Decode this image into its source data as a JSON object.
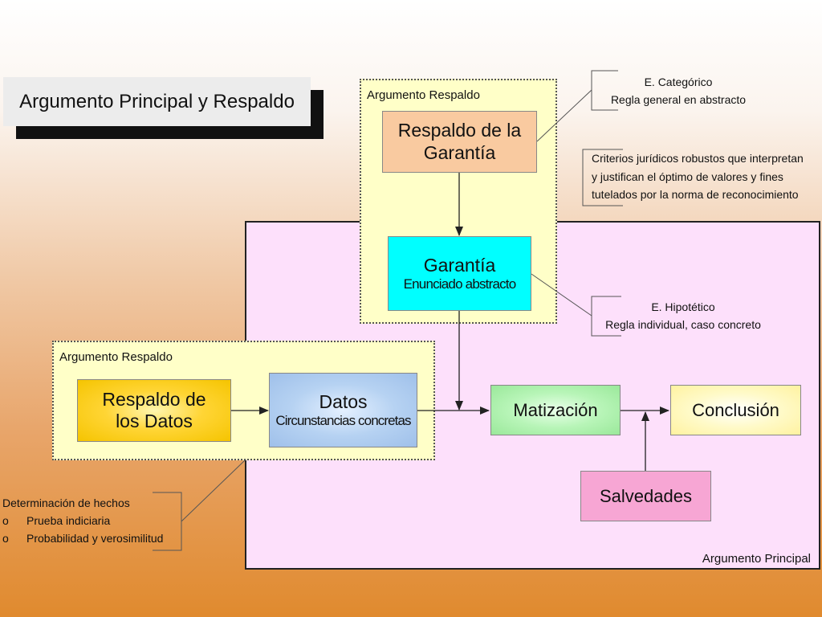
{
  "title": "Argumento Principal y Respaldo",
  "main_argument_label": "Argumento Principal",
  "groups": {
    "warrant_backing": "Argumento Respaldo",
    "data_backing": "Argumento Respaldo"
  },
  "nodes": {
    "respaldo_garantia": {
      "line1": "Respaldo de la",
      "line2": "Garantía"
    },
    "garantia": {
      "title": "Garantía",
      "subtitle": "Enunciado abstracto"
    },
    "respaldo_datos": {
      "line1": "Respaldo de",
      "line2": "los Datos"
    },
    "datos": {
      "title": "Datos",
      "subtitle": "Circunstancias concretas"
    },
    "matizacion": "Matización",
    "conclusion": "Conclusión",
    "salvedades": "Salvedades"
  },
  "annotations": {
    "categorico": {
      "line1": "E. Categórico",
      "line2": "Regla general en abstracto"
    },
    "criterios": {
      "line1": "Criterios jurídicos robustos que interpretan",
      "line2": "y justifican el óptimo de valores y fines",
      "line3": "tutelados por la norma de reconocimiento"
    },
    "hipotetico": {
      "line1": "E. Hipotético",
      "line2": "Regla individual, caso concreto"
    },
    "hechos": {
      "heading": "Determinación de hechos",
      "bullet_symbol": "o",
      "items": [
        "Prueba indiciaria",
        "Probabilidad y verosimilitud"
      ]
    }
  },
  "colors": {
    "respaldo_garantia": "#f9caa0",
    "garantia": "#00ffff",
    "respaldo_datos": "#ffd535",
    "datos": "#b6d2f2",
    "matizacion": "#b8f5b8",
    "conclusion": "#fff2a0",
    "salvedades": "#f7a6d4",
    "main_box": "#fde0fb",
    "group_box": "#ffffc8"
  }
}
